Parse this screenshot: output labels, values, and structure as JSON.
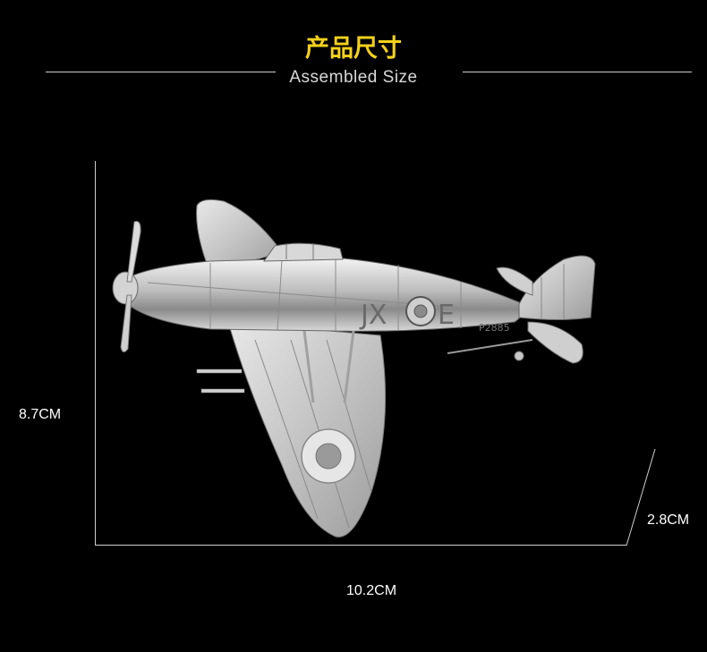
{
  "header": {
    "title_cn": "产品尺寸",
    "title_en": "Assembled  Size",
    "title_color": "#f5d21a"
  },
  "dimensions": {
    "height": "8.7CM",
    "width": "10.2CM",
    "depth": "2.8CM"
  },
  "model": {
    "fuselage_code": "JX",
    "fuselage_code_2": "E",
    "serial": "P2885"
  }
}
